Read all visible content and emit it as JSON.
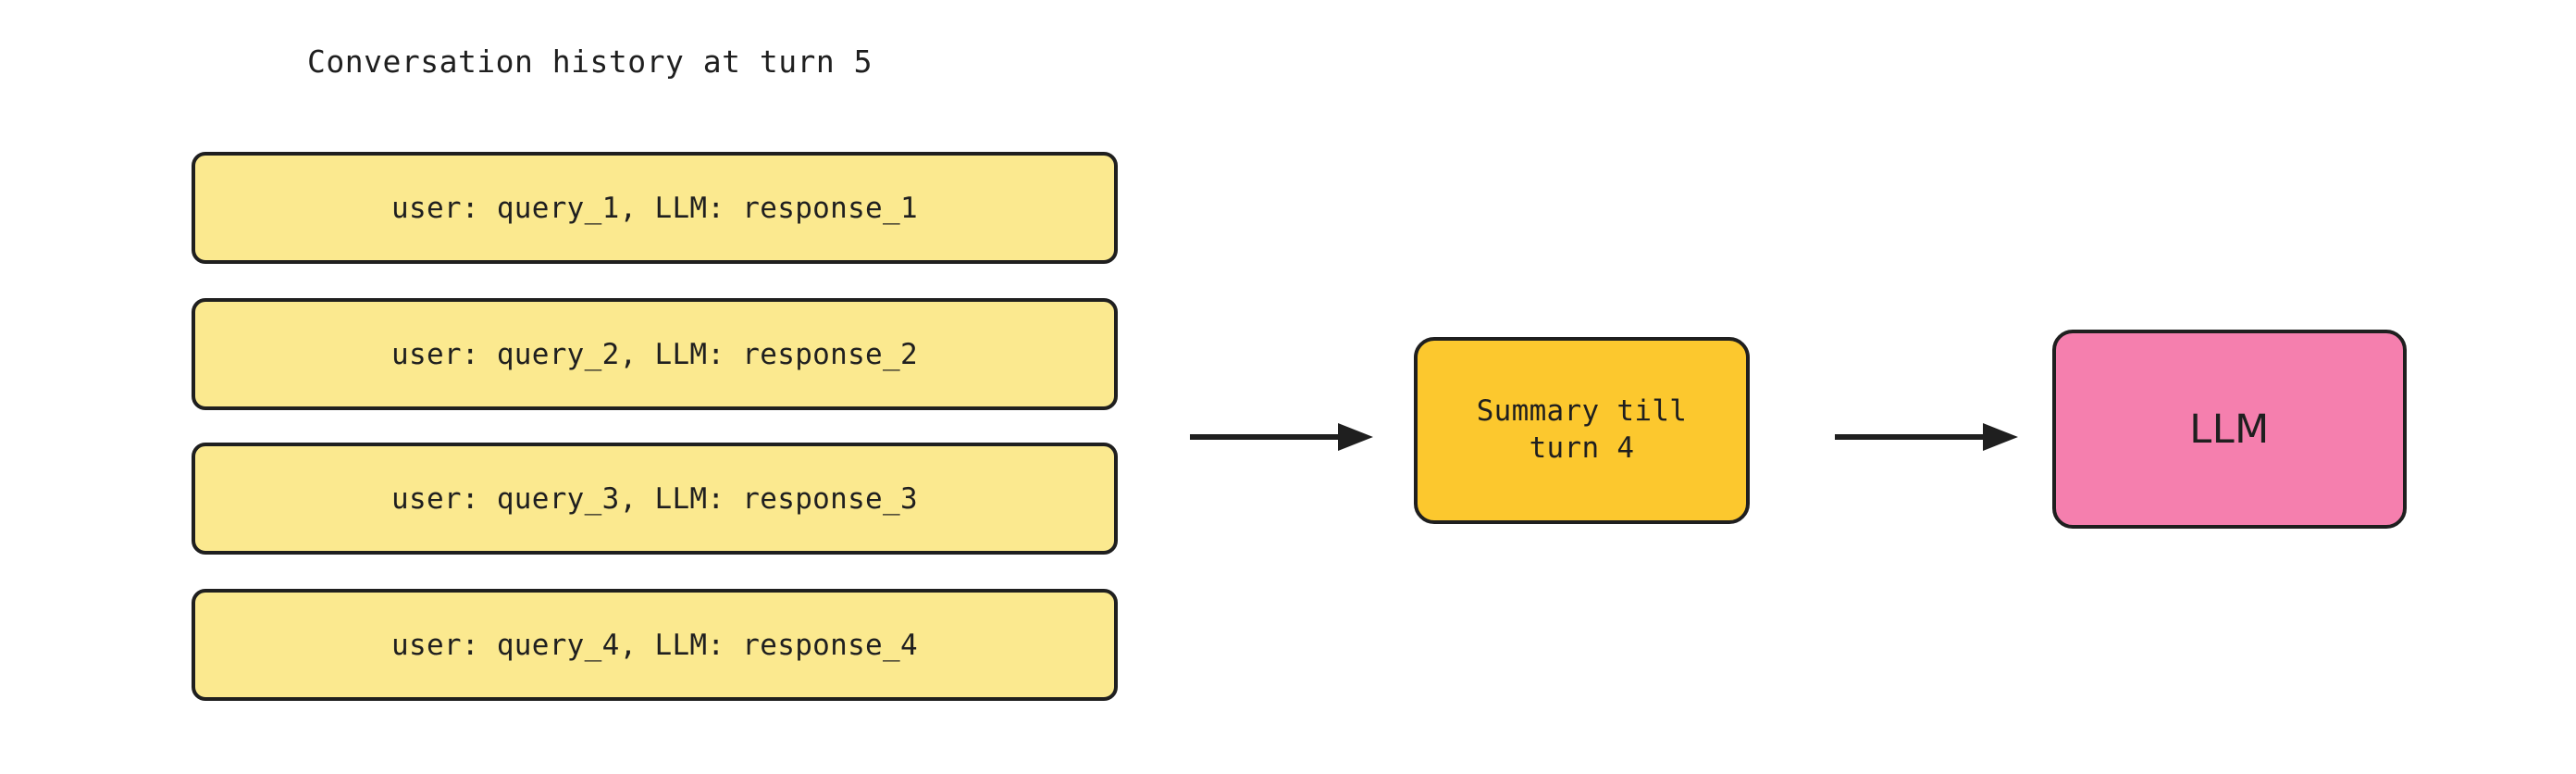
{
  "diagram": {
    "title": "Conversation history at turn 5",
    "colors": {
      "history_fill": "#fbe98f",
      "summary_fill": "#fcc82e",
      "llm_fill": "#f57fae",
      "stroke": "#1f1f1f",
      "background": "#ffffff"
    },
    "history_boxes": [
      {
        "label": "user: query_1, LLM: response_1"
      },
      {
        "label": "user: query_2, LLM: response_2"
      },
      {
        "label": "user: query_3, LLM: response_3"
      },
      {
        "label": "user: query_4, LLM: response_4"
      }
    ],
    "summary_node": {
      "label": "Summary till\nturn 4"
    },
    "llm_node": {
      "label": "LLM"
    },
    "arrows": [
      {
        "name": "history-to-summary"
      },
      {
        "name": "summary-to-llm"
      }
    ]
  }
}
